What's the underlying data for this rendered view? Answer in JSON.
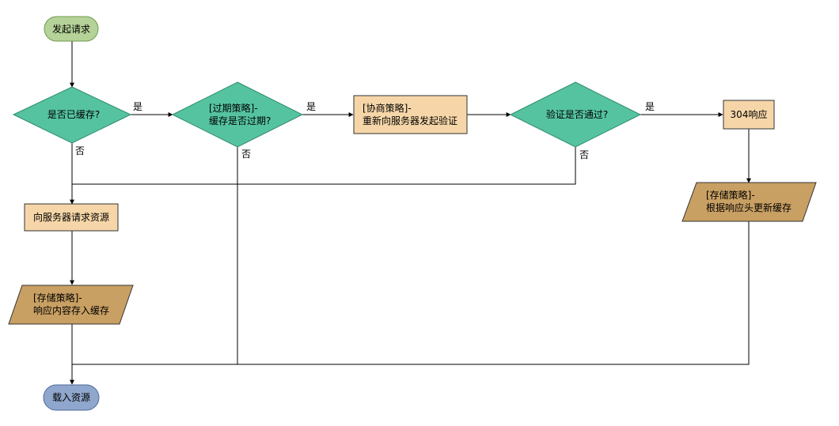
{
  "nodes": {
    "start": {
      "label": "发起请求"
    },
    "is_cached": {
      "label": "是否已缓存?"
    },
    "expiry_check": {
      "line1": "[过期策略]-",
      "line2": "缓存是否过期?"
    },
    "negotiate": {
      "line1": "[协商策略]-",
      "line2": "重新向服务器发起验证"
    },
    "verify_pass": {
      "label": "验证是否通过?"
    },
    "resp_304": {
      "label": "304响应"
    },
    "update_cache": {
      "line1": "[存储策略]-",
      "line2": "根据响应头更新缓存"
    },
    "request_server": {
      "label": "向服务器请求资源"
    },
    "store_cache": {
      "line1": "[存储策略]-",
      "line2": "响应内容存入缓存"
    },
    "load": {
      "label": "载入资源"
    }
  },
  "edge_labels": {
    "yes": "是",
    "no": "否"
  },
  "colors": {
    "start_fill": "#b5d398",
    "start_stroke": "#6f9a4d",
    "diamond_fill": "#55c3a0",
    "diamond_stroke": "#2f8a6c",
    "process_fill": "#f6d6a8",
    "process_stroke": "#333333",
    "io_fill": "#c9a063",
    "io_stroke": "#333333",
    "end_fill": "#8fa7cc",
    "end_stroke": "#4d6a99",
    "line": "#000000"
  }
}
